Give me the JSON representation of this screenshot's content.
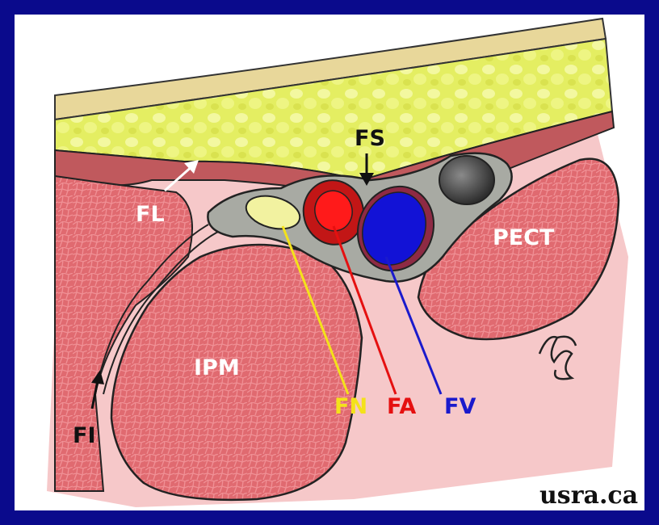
{
  "colors": {
    "page_border": "#0a0a8c",
    "muscle": "#e8787c",
    "fat": "#e4ee62",
    "skin": "#e8d79a",
    "fascia": "#c0595d",
    "sheath": "#a8aaa3",
    "nerve": "#f2f2a0",
    "artery": "#e51010",
    "vein": "#1010d6",
    "lymph": "#4a4a4a",
    "fn_line": "#f4e21a",
    "fa_line": "#e51010",
    "fv_line": "#1a1acc"
  },
  "labels": {
    "fl": "FL",
    "fs": "FS",
    "ipm": "IPM",
    "pect": "PECT",
    "fn": "FN",
    "fa": "FA",
    "fv": "FV",
    "fi": "FI"
  },
  "watermark": "usra.ca"
}
